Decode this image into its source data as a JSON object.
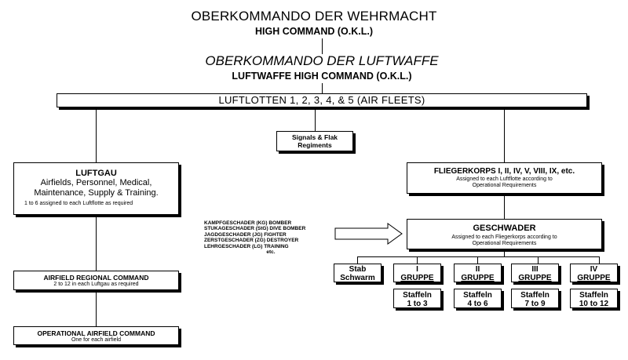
{
  "header": {
    "okw_title": "OBERKOMMANDO DER WEHRMACHT",
    "okw_sub": "HIGH COMMAND (O.K.L.)",
    "okl_title": "OBERKOMMANDO DER LUFTWAFFE",
    "okl_sub": "LUFTWAFFE HIGH COMMAND (O.K.L.)"
  },
  "luftlotten": {
    "label": "LUFTLOTTEN 1, 2, 3, 4, & 5 (AIR FLEETS)"
  },
  "signals": {
    "line1": "Signals & Flak",
    "line2": "Regiments"
  },
  "luftgau": {
    "title": "LUFTGAU",
    "line1": "Airfields, Personnel, Medical,",
    "line2": "Maintenance, Supply & Training.",
    "note": "1 to 6 assigned to each Luftflotte as required"
  },
  "fliegerkorps": {
    "title": "FLIEGERKORPS I, II, IV, V, VIII, IX, etc.",
    "line1": "Assigned to each Luftflotte according to",
    "line2": "Operational Requirements"
  },
  "unit_types": {
    "items": [
      "KAMPFGESCHADER (KG) BOMBER",
      "STUKAGESCHADER (StG) DIVE BOMBER",
      "JAGDGESCHADER (JG) FIGHTER",
      "ZERSTGESCHADER (ZG) DESTROYER",
      "LEHRGESCHADER (LG) TRAINING"
    ],
    "etc": "etc."
  },
  "geschwader": {
    "title": "GESCHWADER",
    "line1": "Assigned to each Fliegerkorps according to",
    "line2": "Operational Requirements"
  },
  "airfield_regional": {
    "title": "AIRFIELD REGIONAL COMMAND",
    "note": "2 to 12 in each Luftgau as required"
  },
  "operational_airfield": {
    "title": "OPERATIONAL AIRFIELD COMMAND",
    "note": "One for each airfield"
  },
  "stab": {
    "line1": "Stab",
    "line2": "Schwarm"
  },
  "gruppen": [
    {
      "numeral": "I",
      "label": "GRUPPE",
      "staffeln": "Staffeln",
      "range": "1 to 3"
    },
    {
      "numeral": "II",
      "label": "GRUPPE",
      "staffeln": "Staffeln",
      "range": "4 to 6"
    },
    {
      "numeral": "III",
      "label": "GRUPPE",
      "staffeln": "Staffeln",
      "range": "7 to 9"
    },
    {
      "numeral": "IV",
      "label": "GRUPPE",
      "staffeln": "Staffeln",
      "range": "10 to 12"
    }
  ]
}
